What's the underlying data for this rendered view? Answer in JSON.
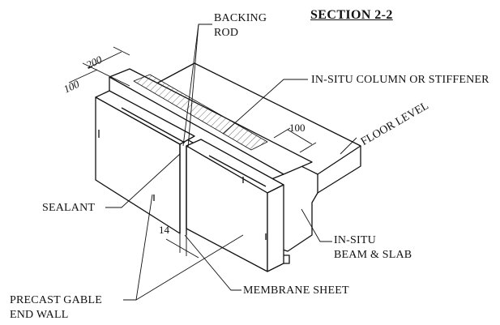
{
  "title": "SECTION 2-2",
  "labels": {
    "backing_rod_line1": "BACKING",
    "backing_rod_line2": "ROD",
    "insitu_column": "IN-SITU COLUMN OR STIFFENER",
    "floor_level": "FLOOR LEVEL",
    "sealant": "SEALANT",
    "insitu_beam_line1": "IN-SITU",
    "insitu_beam_line2": "BEAM & SLAB",
    "membrane_sheet": "MEMBRANE SHEET",
    "precast_line1": "PRECAST GABLE",
    "precast_line2": "END WALL"
  },
  "dimensions": {
    "dim_200": "200",
    "dim_100_left": "100",
    "dim_100_right": "100",
    "dim_14": "14"
  },
  "colors": {
    "ink": "#111111",
    "paper": "#ffffff"
  }
}
